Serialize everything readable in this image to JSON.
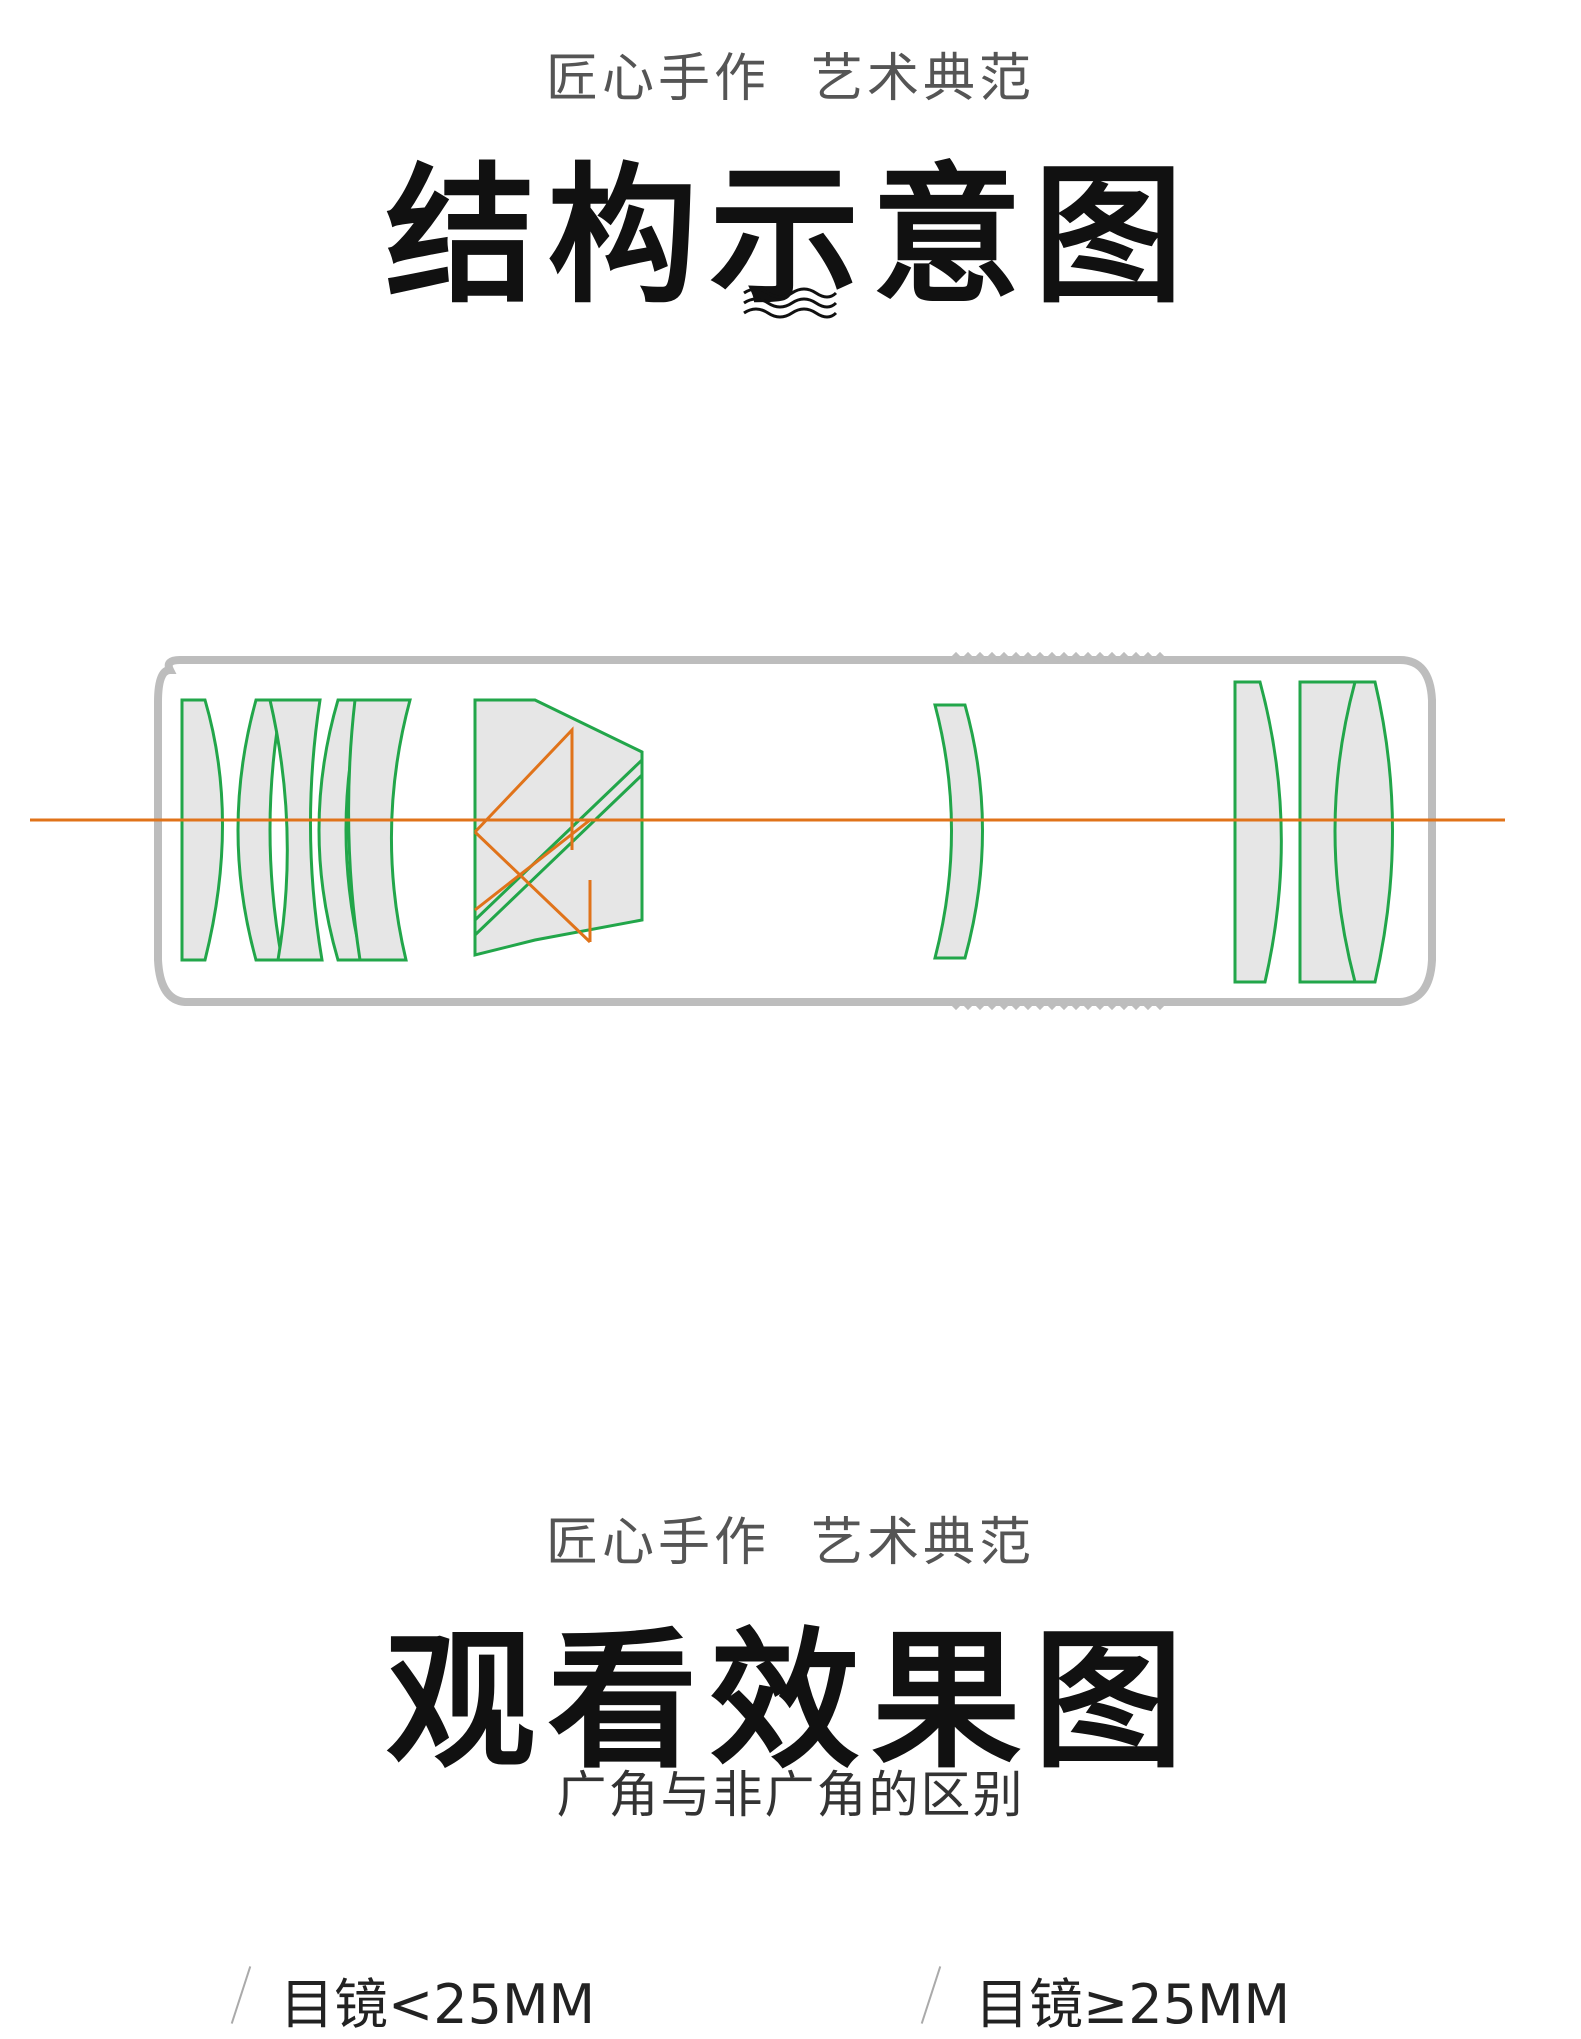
{
  "section1": {
    "kicker": "匠心手作  艺术典范",
    "title": "结构示意图"
  },
  "section2": {
    "kicker": "匠心手作  艺术典范",
    "title": "观看效果图",
    "subtitle": "广角与非广角的区别"
  },
  "captions": {
    "left": "目镜<25MM",
    "right": "目镜≥25MM"
  },
  "colors": {
    "lens_stroke": "#22a64a",
    "lens_fill": "#e6e6e6",
    "optical_axis": "#e0731a",
    "housing": "#bdbdbd"
  }
}
